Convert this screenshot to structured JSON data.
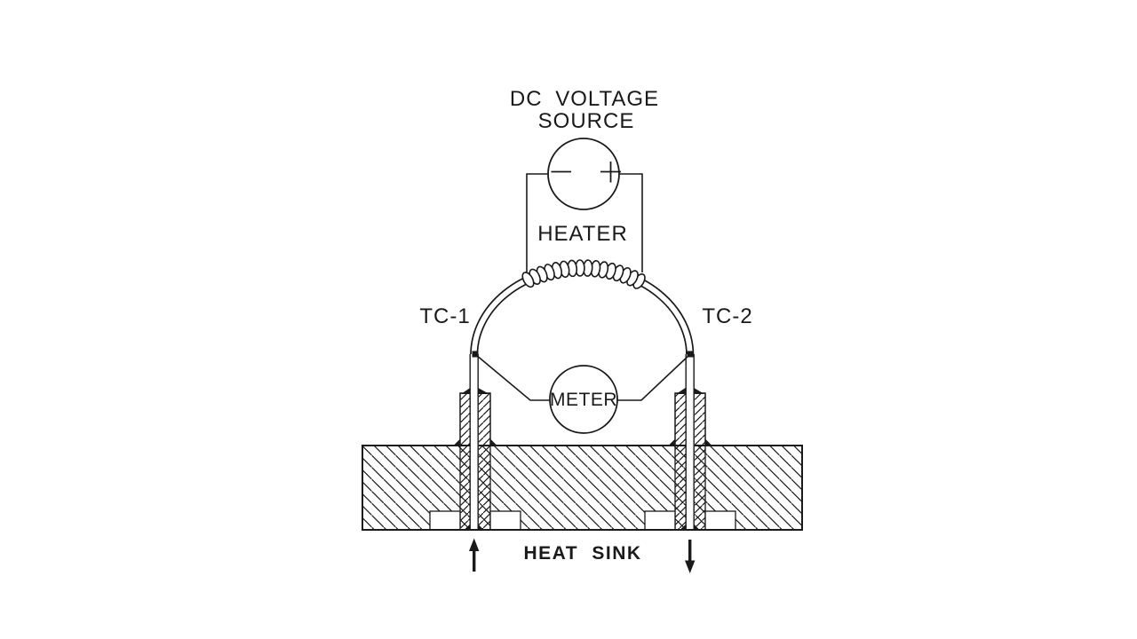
{
  "colors": {
    "line": "#1a1a1a",
    "background": "#ffffff"
  },
  "diagram": {
    "dc_source": {
      "label_line1": "DC VOLTAGE",
      "label_line2": "SOURCE",
      "negative_terminal": "-",
      "positive_terminal": "+"
    },
    "heater": {
      "label": "HEATER"
    },
    "thermocouples": {
      "left_label": "TC-1",
      "right_label": "TC-2"
    },
    "meter": {
      "label": "METER"
    },
    "heat_sink": {
      "label": "HEAT SINK",
      "inflow_icon": "up-arrow",
      "outflow_icon": "down-arrow"
    }
  }
}
